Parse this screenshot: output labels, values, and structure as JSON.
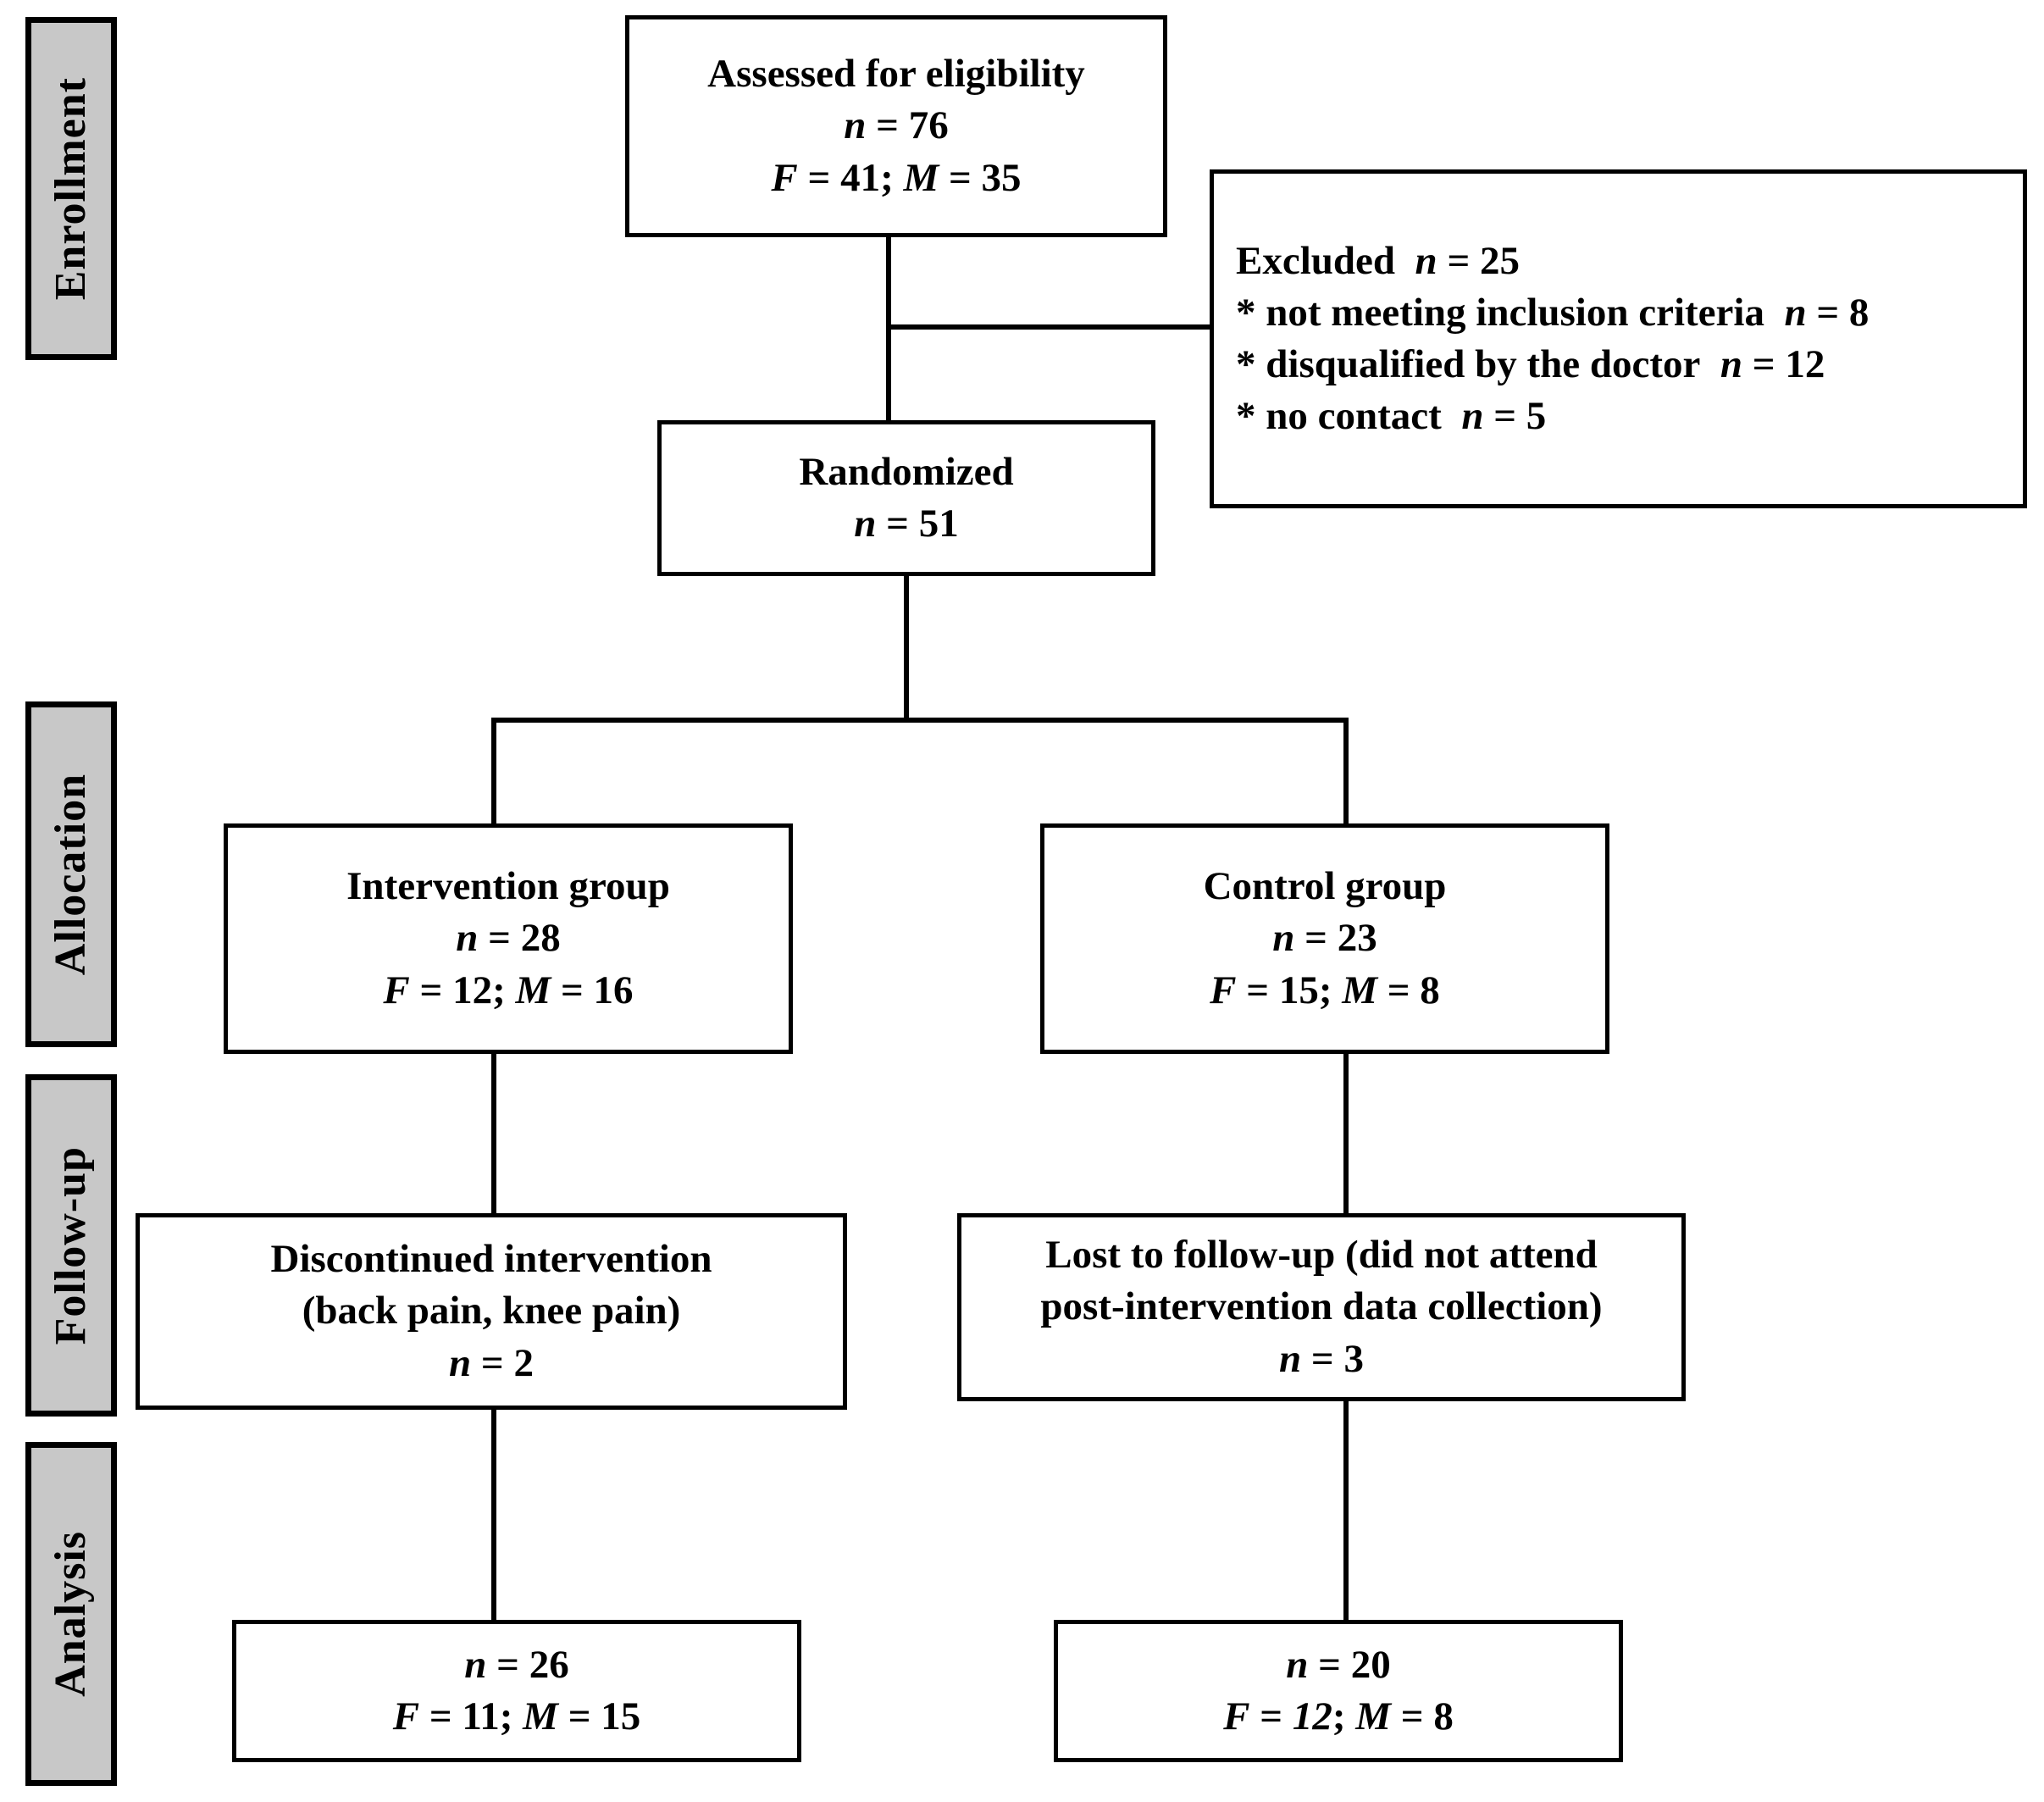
{
  "diagram": {
    "type": "consort-flow-diagram",
    "colors": {
      "stage_fill": "#c8c8c8",
      "line": "#000000",
      "box_fill": "#ffffff"
    }
  },
  "stages": [
    {
      "id": "enrollment",
      "label": "Enrollment"
    },
    {
      "id": "allocation",
      "label": "Allocation"
    },
    {
      "id": "followup",
      "label": "Follow-up"
    },
    {
      "id": "analysis",
      "label": "Analysis"
    }
  ],
  "boxes": {
    "assessed": {
      "line1": "Assessed for eligibility",
      "line2_var": "n",
      "line2_val": " = 76",
      "line3_f_var": "F",
      "line3_f_val": " = 41; ",
      "line3_m_var": "M",
      "line3_m_val": " = 35"
    },
    "excluded": {
      "title": "Excluded",
      "title_var": "n",
      "title_val": " = 25",
      "item1": "* not meeting inclusion criteria",
      "item1_var": "n",
      "item1_val": " = 8",
      "item2": "* disqualified by the doctor",
      "item2_var": "n",
      "item2_val": " = 12",
      "item3": "* no contact",
      "item3_var": "n",
      "item3_val": " = 5"
    },
    "randomized": {
      "line1": "Randomized",
      "line2_var": "n",
      "line2_val": " = 51"
    },
    "intervention_group": {
      "line1": "Intervention group",
      "line2_var": "n",
      "line2_val": " = 28",
      "line3_f_var": "F",
      "line3_f_val": " = 12; ",
      "line3_m_var": "M",
      "line3_m_val": " = 16"
    },
    "control_group": {
      "line1": "Control group",
      "line2_var": "n",
      "line2_val": " = 23",
      "line3_f_var": "F",
      "line3_f_val": " = 15; ",
      "line3_m_var": "M",
      "line3_m_val": " = 8"
    },
    "discontinued": {
      "line1": "Discontinued intervention",
      "line2": "(back pain, knee pain)",
      "line3_var": "n",
      "line3_val": " = 2"
    },
    "lost_followup": {
      "line1": "Lost to follow-up (did not attend",
      "line2": "post-intervention data collection)",
      "line3_var": "n",
      "line3_val": " = 3"
    },
    "analysis_intervention": {
      "line1_var": "n",
      "line1_val": " = 26",
      "line2_f_var": "F",
      "line2_f_val": " = 11; ",
      "line2_m_var": "M",
      "line2_m_val": " = 15"
    },
    "analysis_control": {
      "line1_var": "n",
      "line1_val": " = 20",
      "line2_f_var": "F",
      "line2_f_val": " = ",
      "line2_f_num": "12",
      "line2_f_tail": "; ",
      "line2_m_var": "M",
      "line2_m_val": " = 8"
    }
  }
}
